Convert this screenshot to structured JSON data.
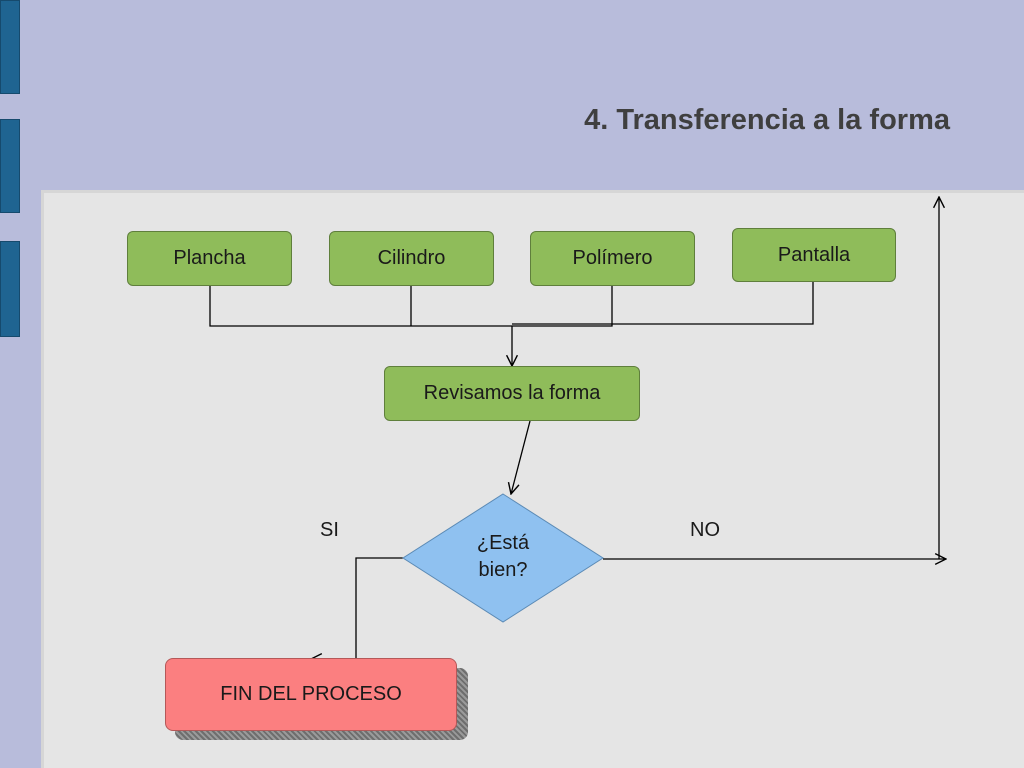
{
  "slide": {
    "title": "4. Transferencia a la forma"
  },
  "colors": {
    "background": "#b8bcdb",
    "canvas": "#e5e5e5",
    "process_fill": "#8fbc5a",
    "decision_fill": "#8fc1f0",
    "end_fill": "#fb7f80",
    "side_tabs": "#1f6491"
  },
  "flowchart": {
    "inputs": [
      {
        "label": "Plancha"
      },
      {
        "label": "Cilindro"
      },
      {
        "label": "Polímero"
      },
      {
        "label": "Pantalla"
      }
    ],
    "review_step": {
      "label": "Revisamos la forma"
    },
    "decision": {
      "line1": "¿Está",
      "line2": "bien?"
    },
    "branches": {
      "yes": "SI",
      "no": "NO"
    },
    "end": {
      "label": "FIN DEL PROCESO"
    }
  }
}
